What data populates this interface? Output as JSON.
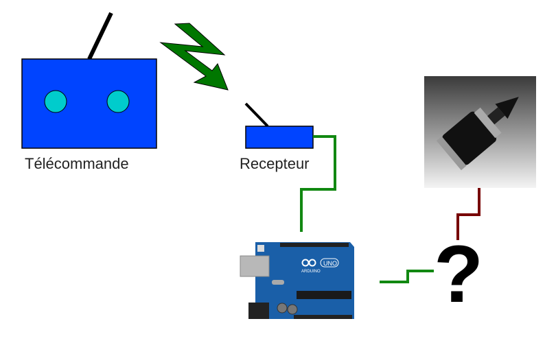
{
  "labels": {
    "remote": "Télécommande",
    "receiver": "Recepteur",
    "unknown": "?"
  },
  "board": {
    "brand": "ARDUINO",
    "model": "UNO"
  },
  "colors": {
    "device_blue": "#0044ff",
    "button_cyan": "#00cccc",
    "signal_green": "#007700",
    "wire_green": "#118811",
    "wire_red": "#770000",
    "board_blue": "#1a5fa8"
  }
}
